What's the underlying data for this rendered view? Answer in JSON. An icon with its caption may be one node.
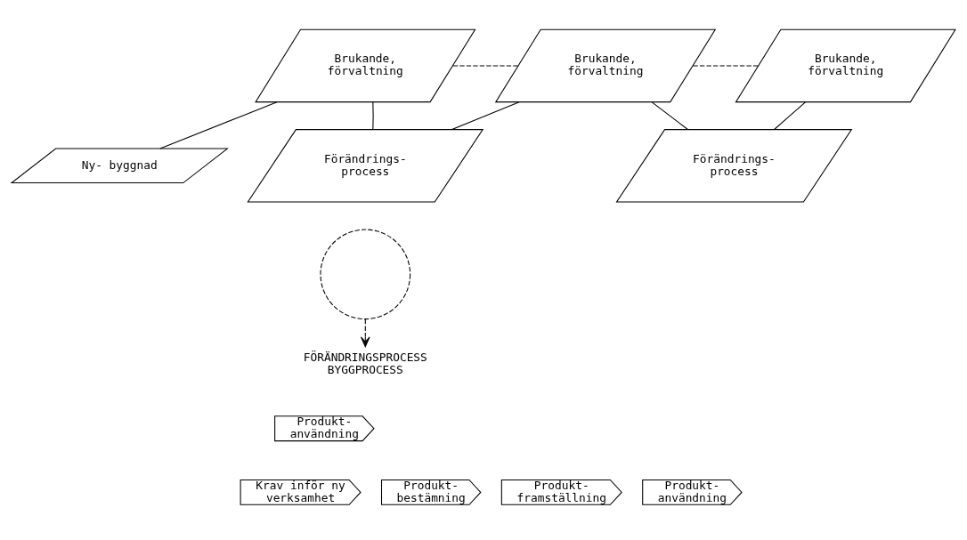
{
  "diagram": {
    "nodes": [
      {
        "text": [
          "Ny- byggnad"
        ]
      },
      {
        "text": [
          "Brukande, förvaltning"
        ]
      },
      {
        "text": [
          "Förändrings- process"
        ]
      },
      {
        "text": [
          "Brukande, förvaltning"
        ]
      },
      {
        "text": [
          "Förändrings- process"
        ]
      },
      {
        "text": [
          "Brukande, förvaltning"
        ]
      },
      {
        "text": [],
        "shape": "circle"
      },
      {
        "text": [
          "FÖRÄNDRINGSPROCESS BYGGPROCESS"
        ]
      },
      {
        "text": [
          "Produkt- användning"
        ]
      },
      {
        "text": [
          "Krav inför ny verksamhet"
        ]
      },
      {
        "text": [
          "Produkt- bestämning"
        ]
      },
      {
        "text": [
          "Produkt- framställning"
        ]
      },
      {
        "text": [
          "Produkt- användning"
        ]
      }
    ],
    "edges": [
      {
        "from": 0,
        "to": 1,
        "arrow": "none"
      },
      {
        "from": 1,
        "to": 2,
        "arrow": "none"
      },
      {
        "from": 2,
        "to": 3,
        "arrow": "none"
      },
      {
        "from": 3,
        "to": 4,
        "arrow": "none"
      },
      {
        "from": 4,
        "to": 5,
        "arrow": "none"
      },
      {
        "from": 1,
        "to": 3,
        "arrow": "none",
        "style": "dashed"
      },
      {
        "from": 3,
        "to": 5,
        "arrow": "none",
        "style": "dashed"
      },
      {
        "from": 6,
        "to": 7,
        "arrow": "to",
        "style": "dashed"
      }
    ]
  }
}
